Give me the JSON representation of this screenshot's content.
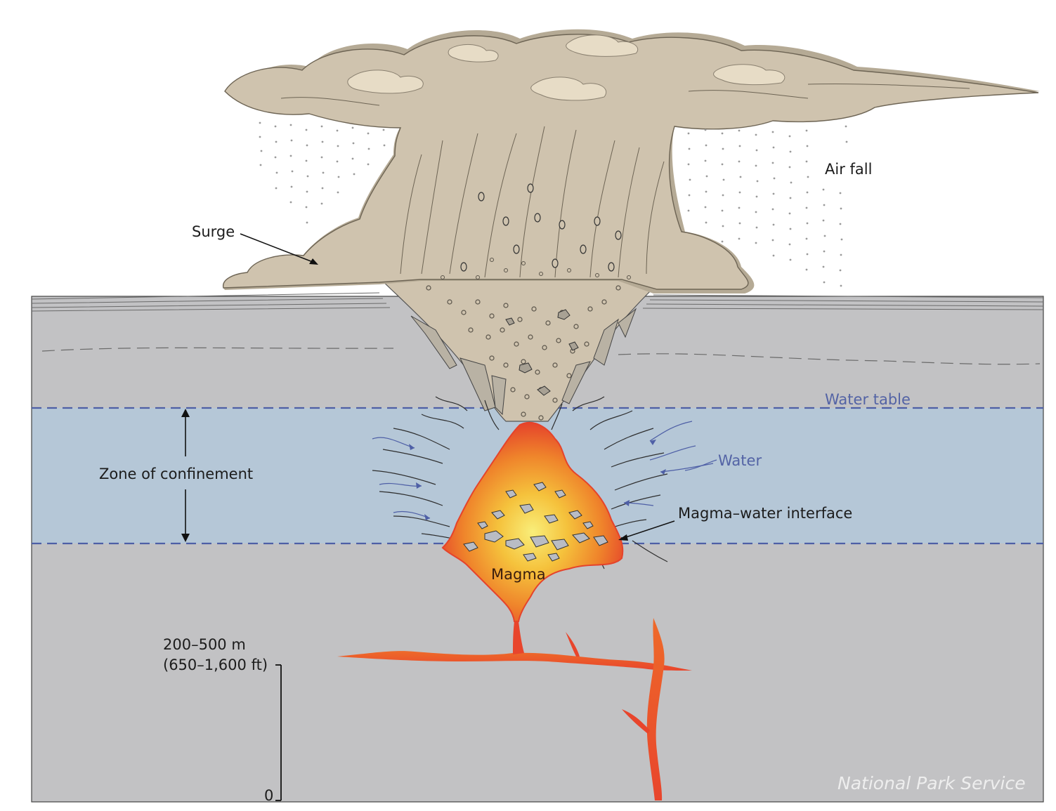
{
  "labels": {
    "air_fall": "Air fall",
    "surge": "Surge",
    "water_table": "Water table",
    "water": "Water",
    "zone_of_confinement": "Zone of confinement",
    "magma_water_interface": "Magma–water interface",
    "magma": "Magma"
  },
  "scale_bar": {
    "top_metric": "200–500 m",
    "top_imperial": "(650–1,600 ft)",
    "bottom": "0"
  },
  "credit": "National Park Service",
  "colors": {
    "rock": "#c2c2c4",
    "confinement_zone": "#b5c7d7",
    "water_table_line": "#4e5fa6",
    "water_label": "#5363a5",
    "plume": "#cfc3ae",
    "plume_shadow": "#a99f8b",
    "magma_red": "#e8452c",
    "magma_orange": "#f08a2c",
    "magma_yellow": "#f7e04a"
  }
}
